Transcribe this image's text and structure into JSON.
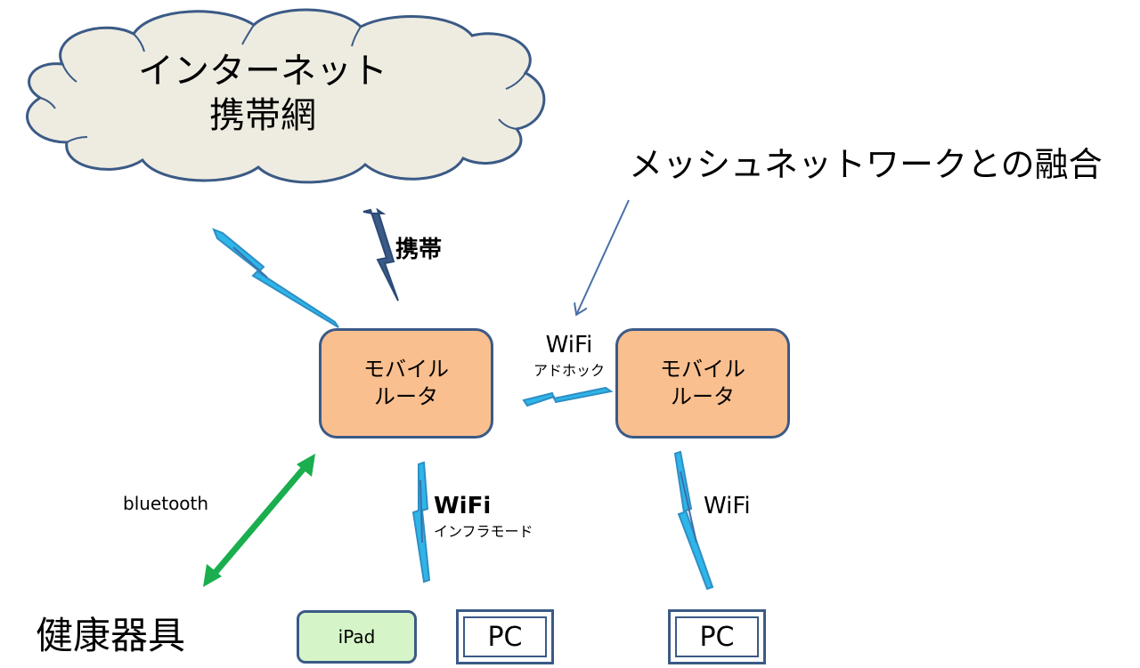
{
  "cloud": {
    "line1": "インターネット",
    "line2": "携帯網"
  },
  "mesh_label": "メッシュネットワークとの融合",
  "cell_link_label": "携帯",
  "router_left": {
    "line1": "モバイル",
    "line2": "ルータ"
  },
  "router_right": {
    "line1": "モバイル",
    "line2": "ルータ"
  },
  "adhoc_link": {
    "line1": "WiFi",
    "line2": "アドホック"
  },
  "infra_link": {
    "line1": "WiFi",
    "line2": "インフラモード"
  },
  "right_wifi_label": "WiFi",
  "bluetooth_label": "bluetooth",
  "health_device_label": "健康器具",
  "ipad_label": "iPad",
  "pc_left_label": "PC",
  "pc_right_label": "PC",
  "colors": {
    "router_fill": "#f9bf8f",
    "router_border": "#3b5a86",
    "cloud_fill": "#eeece1",
    "cloud_stroke": "#3b5a86",
    "wifi_bolt": "#2eb5e9",
    "cell_bolt": "#3b5a86",
    "bluetooth_arrow": "#1aae4e",
    "ipad_fill": "#d5f5c8"
  }
}
